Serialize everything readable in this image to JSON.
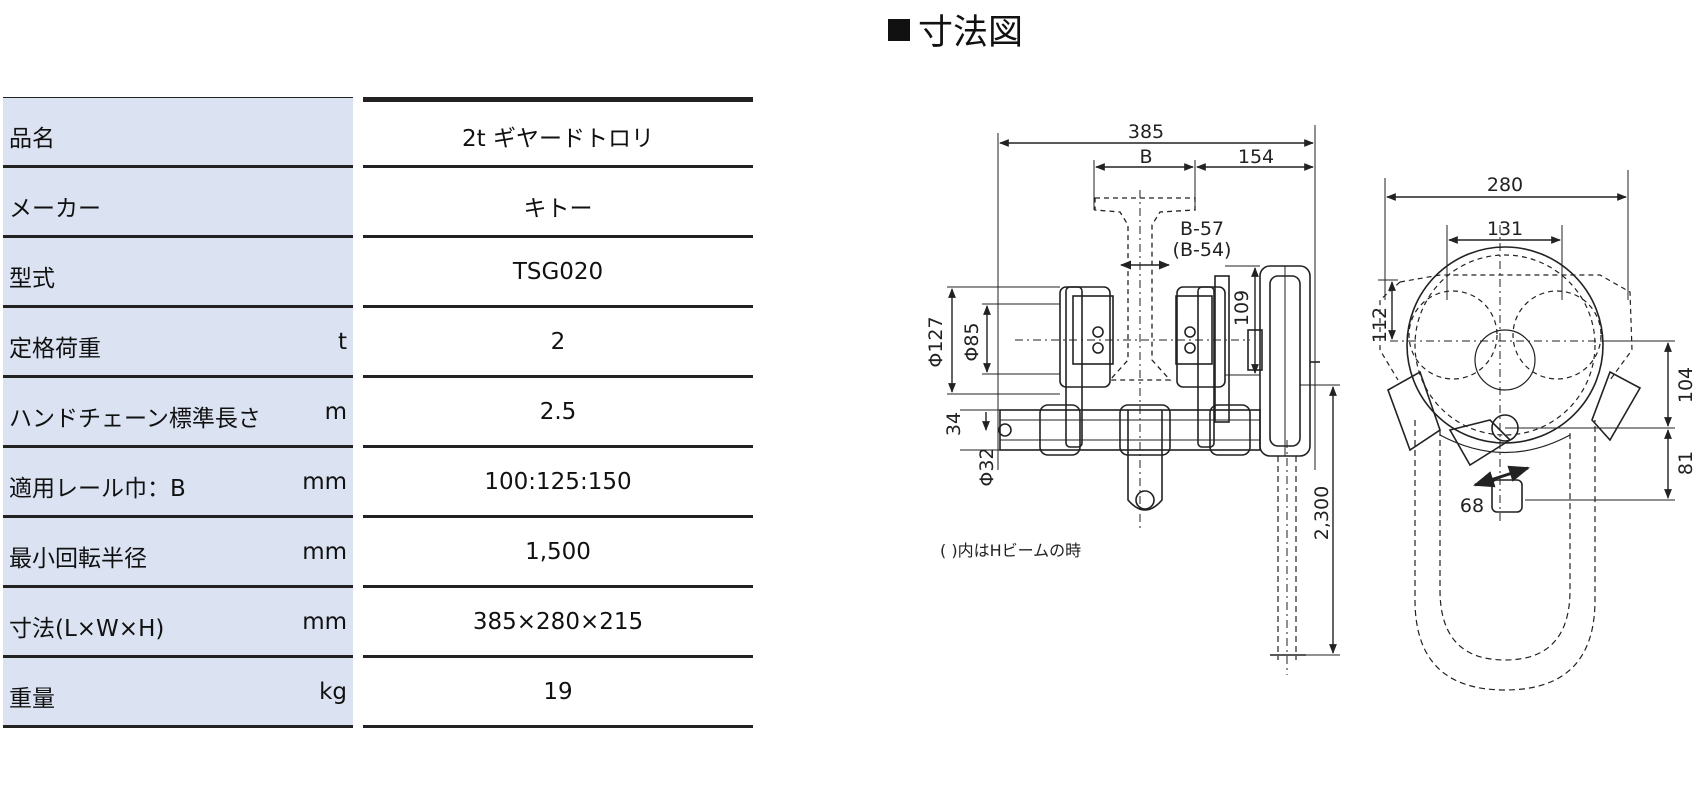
{
  "spec_table": {
    "rows": [
      {
        "label": "品名",
        "unit": "",
        "value": "2t ギヤードトロリ"
      },
      {
        "label": "メーカー",
        "unit": "",
        "value": "キトー"
      },
      {
        "label": "型式",
        "unit": "",
        "value": "TSG020"
      },
      {
        "label": "定格荷重",
        "unit": "t",
        "value": "2"
      },
      {
        "label": "ハンドチェーン標準長さ",
        "unit": "m",
        "value": "2.5"
      },
      {
        "label": "適用レール巾：B",
        "unit": "mm",
        "value": "100:125:150"
      },
      {
        "label": "最小回転半径",
        "unit": "mm",
        "value": "1,500"
      },
      {
        "label": "寸法(L×W×H)",
        "unit": "mm",
        "value": "385×280×215"
      },
      {
        "label": "重量",
        "unit": "kg",
        "value": "19"
      }
    ]
  },
  "drawing": {
    "title": "寸法図",
    "note": "( )内はHビームの時",
    "dims": {
      "overall_length": "385",
      "rail_width": "B",
      "offset_154": "154",
      "b57": "B-57",
      "b54": "(B-54)",
      "phi127": "Φ127",
      "phi85": "Φ85",
      "d109": "109",
      "d34": "34",
      "phi32": "Φ32",
      "chain_len": "2,300",
      "width_280": "280",
      "d131": "131",
      "d112": "112",
      "d104": "104",
      "d81": "81",
      "d68": "68"
    }
  }
}
